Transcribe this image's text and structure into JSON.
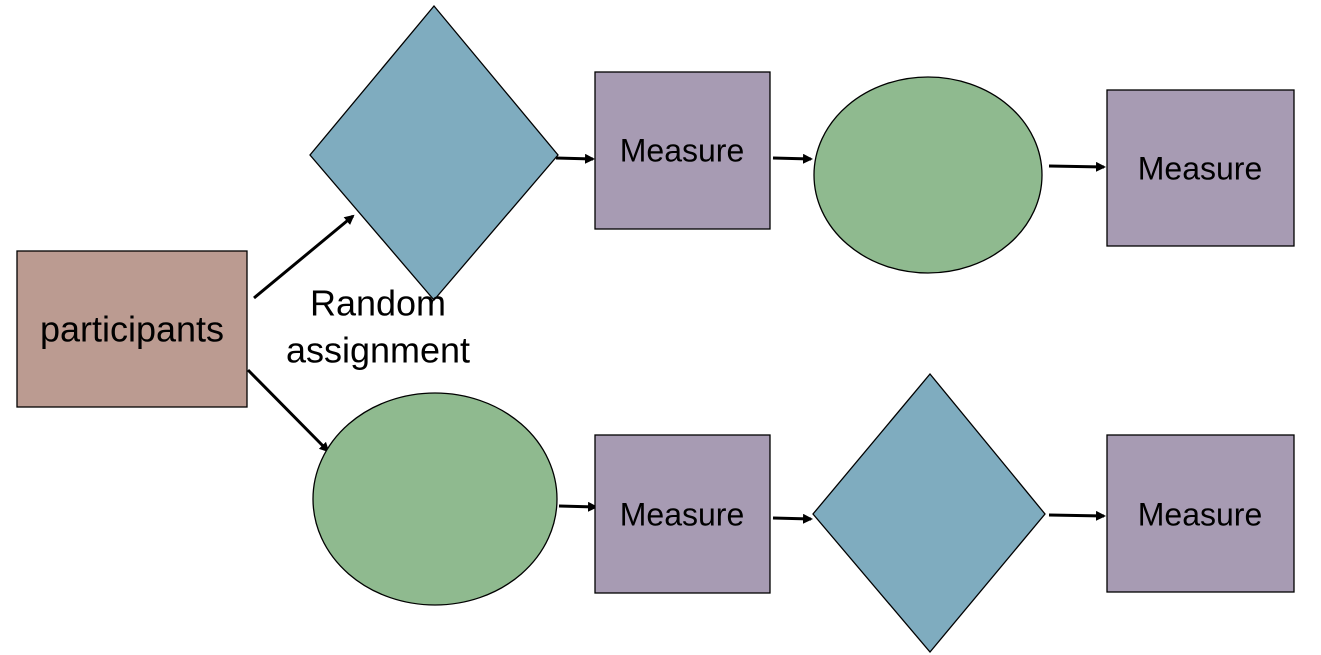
{
  "colors": {
    "participants_fill": "#bb9b91",
    "measure_fill": "#a79bb3",
    "treatment_a_fill": "#7facbf",
    "treatment_b_fill": "#8fba8f",
    "outline": "#000000",
    "background": "#ffffff"
  },
  "nodes": {
    "participants": {
      "label": "participants"
    },
    "assignment": {
      "label_line1": "Random",
      "label_line2": "assignment"
    },
    "top_measure_1": {
      "label": "Measure"
    },
    "top_measure_2": {
      "label": "Measure"
    },
    "bottom_measure_1": {
      "label": "Measure"
    },
    "bottom_measure_2": {
      "label": "Measure"
    }
  },
  "shapes": {
    "top_first": "diamond",
    "top_second": "ellipse",
    "bottom_first": "ellipse",
    "bottom_second": "diamond"
  }
}
